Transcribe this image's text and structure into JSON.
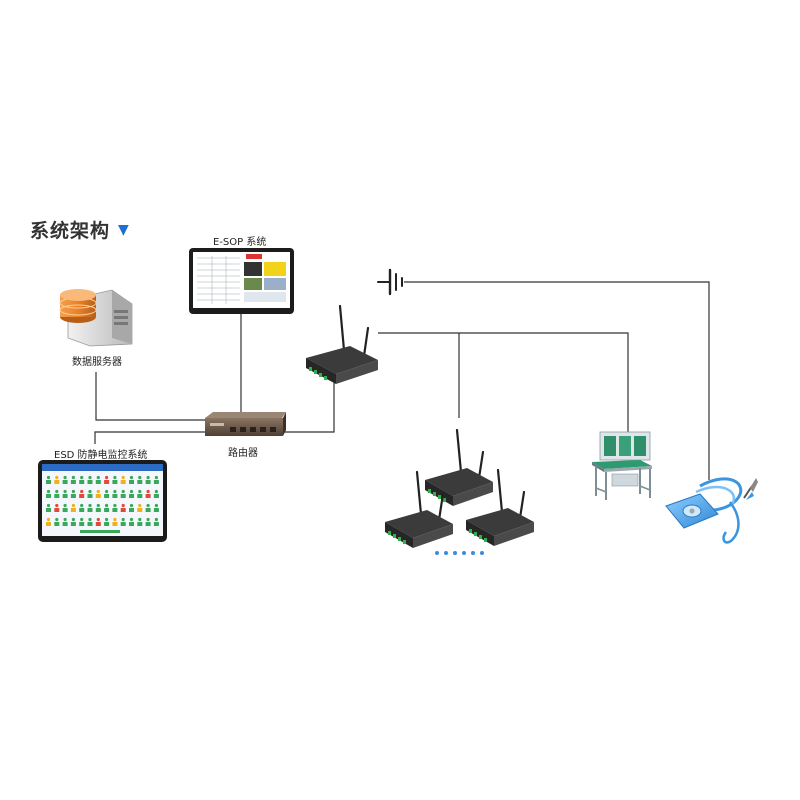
{
  "section": {
    "title": "系统架构",
    "marker_icon": "triangle-down-icon",
    "marker_glyph": "▼"
  },
  "nodes": {
    "esop_label": "E-SOP 系统",
    "server_label": "数据服务器",
    "router_label": "路由器",
    "esd_label": "ESD 防静电监控系统"
  },
  "devices": {
    "server_icon": "server-icon",
    "esop_monitor_icon": "monitor-icon",
    "esd_monitor_icon": "monitor-icon",
    "router_icon": "router-icon",
    "gateway_icon": "wireless-gateway-icon",
    "node_icon": "wireless-node-icon",
    "workbench_icon": "esd-workbench-icon",
    "wrist_strap_icon": "wrist-strap-icon",
    "ground_icon": "ground-icon",
    "more_nodes_icon": "ellipsis-dots-icon"
  },
  "colors": {
    "accent": "#1e6fd0",
    "line": "#333333",
    "server_drum": "#e8822a",
    "router_body": "#6b5a4a",
    "strap": "#4aa3e6",
    "bench": "#2f8f6a"
  }
}
